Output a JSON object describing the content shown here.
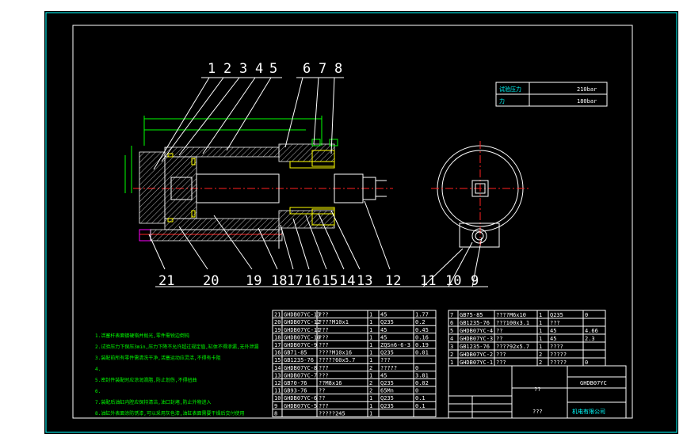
{
  "balloons_top": [
    "1",
    "2",
    "3",
    "4",
    "5",
    "6",
    "7",
    "8"
  ],
  "balloons_bottom": [
    "21",
    "20",
    "19",
    "18",
    "17",
    "16",
    "15",
    "14",
    "13",
    "12",
    "11",
    "10",
    "9"
  ],
  "spec_table": {
    "rows": [
      {
        "label": "试验压力",
        "value": "210bar"
      },
      {
        "label": "力",
        "value": "180bar"
      }
    ]
  },
  "notes": [
    "1.活塞杆表面镀硬铬并抛光,零件需锐边倒钝",
    "2.试验压力下保压3min,压力下降不允许超过规定值,缸体不得渗漏,无外泄漏",
    "3.装配前所有零件需清洗干净,活塞运动应灵活,不得有卡阻",
    "4.",
    "5.密封件装配时应涂润滑脂,防止划伤,不得扭曲",
    "6.",
    "7.装配后油缸内腔应保持清洁,油口封堵,防止外物进入",
    "8.油缸外表面涂防锈漆,可以采用灰色漆,油缸表面需要干燥后交付使用"
  ],
  "bom_left": [
    [
      "21",
      "GHDB07YC-13",
      "???",
      "1",
      "45",
      "1.77"
    ],
    [
      "20",
      "GHDB07YC-12",
      "????M10x1",
      "1",
      "Q235",
      "0.2"
    ],
    [
      "19",
      "GHDB07YC-11",
      "???",
      "1",
      "45",
      "0.45"
    ],
    [
      "18",
      "GHDB07YC-10",
      "???",
      "1",
      "45",
      "0.16"
    ],
    [
      "17",
      "GHDB07YC-9",
      "???",
      "1",
      "ZQSn6-6-3",
      "0.19"
    ],
    [
      "16",
      "GB71-85",
      "????M10x16",
      "1",
      "Q235",
      "0.01"
    ],
    [
      "15",
      "GB1235-76",
      "?????60x5.7",
      "1",
      "???",
      ""
    ],
    [
      "14",
      "GHDB07YC-8",
      "???",
      "2",
      "?????",
      "0"
    ],
    [
      "13",
      "GHDB07YC-7",
      "???",
      "1",
      "45",
      "3.81"
    ],
    [
      "12",
      "GB70-76",
      "??M8x16",
      "2",
      "Q235",
      "0.02"
    ],
    [
      "11",
      "GB93-76",
      "??",
      "2",
      "65Mn",
      "0"
    ],
    [
      "10",
      "GHDB07YC-6",
      "??",
      "1",
      "Q235",
      "0.1"
    ],
    [
      "9",
      "GHDB07YC-5",
      "???",
      "1",
      "Q235",
      "0.1"
    ],
    [
      "8",
      "",
      "?????245",
      "1",
      "",
      ""
    ]
  ],
  "bom_right": [
    [
      "7",
      "GB75-85",
      "????M6x10",
      "1",
      "Q235",
      "0"
    ],
    [
      "6",
      "GB1235-76",
      "???100x3.1",
      "1",
      "???",
      ""
    ],
    [
      "5",
      "GHDB07YC-4",
      "??",
      "1",
      "45",
      "4.66"
    ],
    [
      "4",
      "GHDB07YC-3",
      "??",
      "1",
      "45",
      "2.3"
    ],
    [
      "3",
      "GB1235-76",
      "????92x5.7",
      "1",
      "????",
      ""
    ],
    [
      "2",
      "GHDB07YC-2",
      "???",
      "2",
      "?????",
      ""
    ],
    [
      "1",
      "GHDB07YC-1",
      "???",
      "2",
      "?????",
      "0"
    ]
  ],
  "title_block": {
    "part_name": "??",
    "drawing_no": "GHDB07YC",
    "subtitle": "???",
    "company": "机电有限公司"
  }
}
